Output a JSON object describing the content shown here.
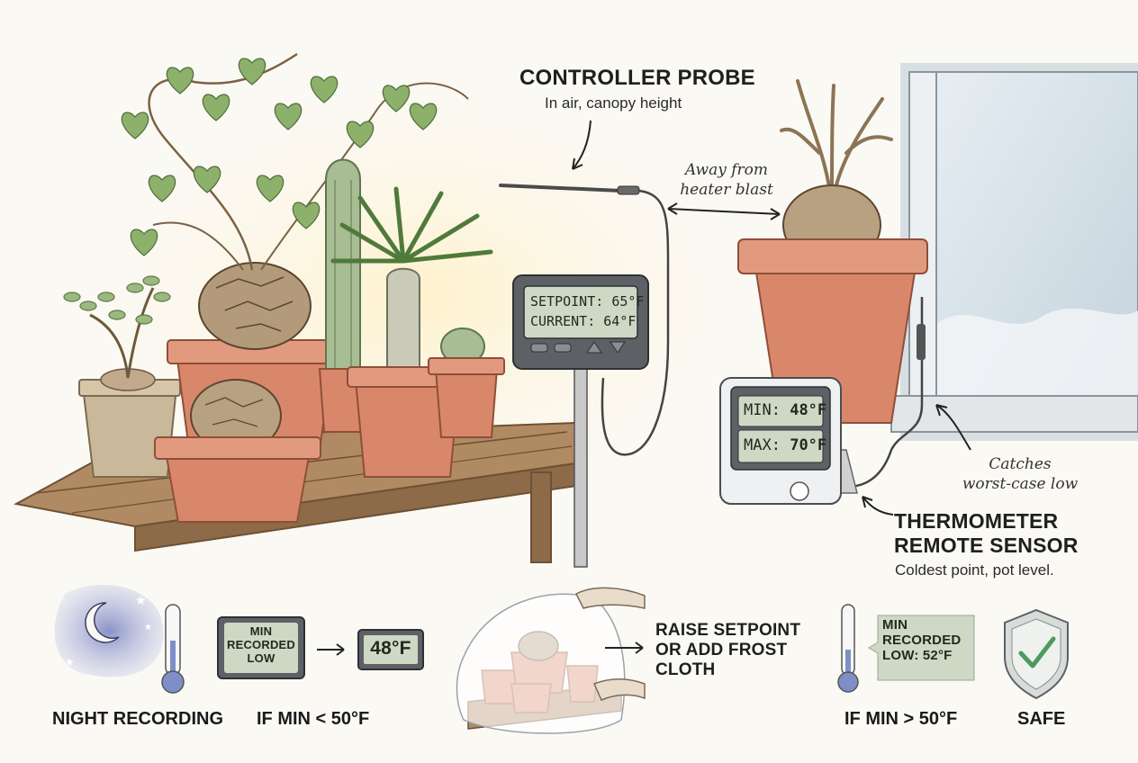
{
  "controller_probe": {
    "title": "CONTROLLER PROBE",
    "subtitle": "In air, canopy height"
  },
  "probe_note": "Away from\nheater blast",
  "controller": {
    "setpoint_label": "SETPOINT:",
    "setpoint_value": "65°F",
    "current_label": "CURRENT:",
    "current_value": "64°F"
  },
  "thermometer_display": {
    "min_label": "MIN:",
    "min_value": "48°F",
    "max_label": "MAX:",
    "max_value": "70°F"
  },
  "sensor_note": "Catches\nworst-case low",
  "remote_sensor": {
    "title_line1": "THERMOMETER",
    "title_line2": "REMOTE SENSOR",
    "subtitle": "Coldest point, pot level."
  },
  "workflow": {
    "night_recording": "NIGHT RECORDING",
    "min_box": "MIN\nRECORDED\nLOW",
    "min_reading": "48°F",
    "if_below": "IF MIN < 50°F",
    "action": "RAISE SETPOINT\nOR ADD FROST\nCLOTH",
    "min_ok_box": "MIN\nRECORDED\nLOW: 52°F",
    "if_above": "IF MIN > 50°F",
    "safe": "SAFE"
  },
  "colors": {
    "terracotta": "#d9876a",
    "terracotta_dark": "#b8684e",
    "lcd_green": "#cfd8c4",
    "device_gray": "#5d6166",
    "leaf_green": "#7fa15e",
    "night_blue": "#7d86b8",
    "shield_green": "#4e9a5e"
  }
}
